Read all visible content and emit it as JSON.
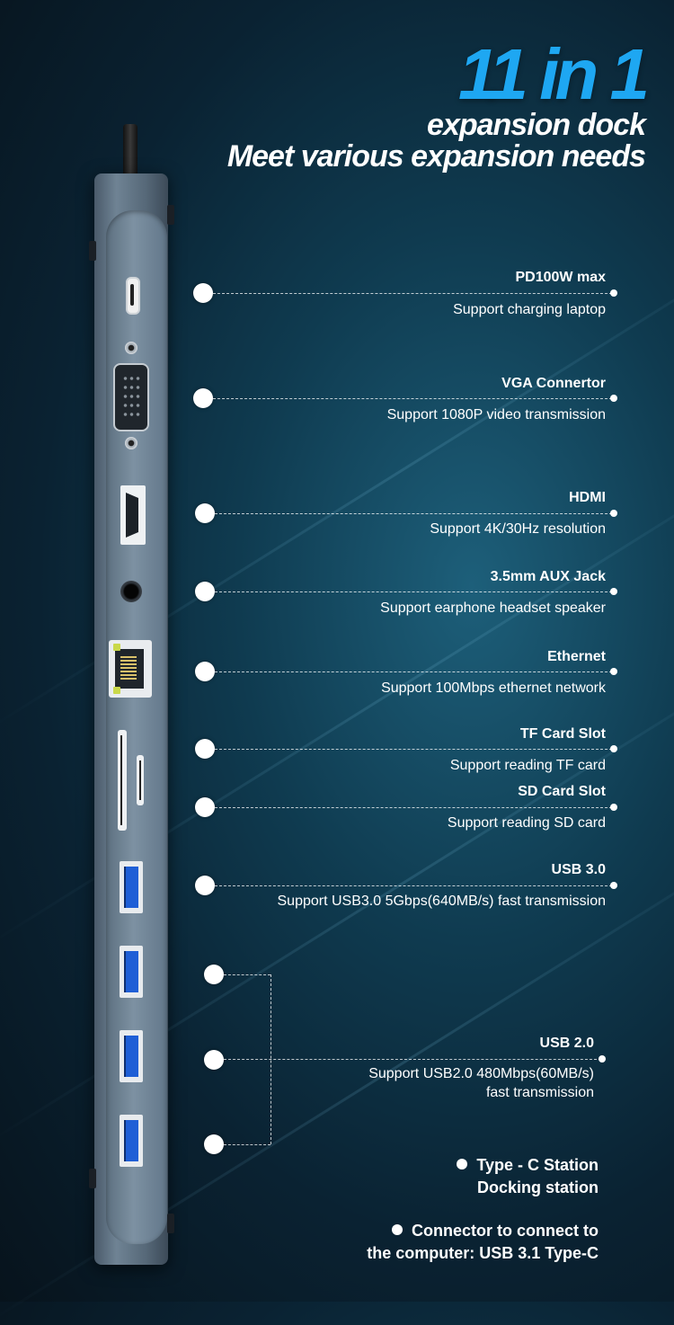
{
  "hero": {
    "big": "11 in 1",
    "line1": "expansion dock",
    "line2": "Meet various expansion needs"
  },
  "ports": [
    {
      "title": "PD100W max",
      "desc": "Support charging laptop"
    },
    {
      "title": "VGA Connertor",
      "desc": "Support 1080P video transmission"
    },
    {
      "title": "HDMI",
      "desc": "Support 4K/30Hz resolution"
    },
    {
      "title": "3.5mm AUX Jack",
      "desc": "Support earphone headset speaker"
    },
    {
      "title": "Ethernet",
      "desc": "Support 100Mbps ethernet network"
    },
    {
      "title": "TF Card Slot",
      "desc": "Support reading TF card"
    },
    {
      "title": "SD Card Slot",
      "desc": "Support reading SD card"
    },
    {
      "title": "USB 3.0",
      "desc": "Support USB3.0 5Gbps(640MB/s) fast transmission"
    },
    {
      "title": "USB 2.0",
      "desc_line1": "Support USB2.0 480Mbps(60MB/s)",
      "desc_line2": "fast transmission"
    }
  ],
  "notes": {
    "station_line1": "Type - C Station",
    "station_line2": "Docking station",
    "connector_line1": "Connector to connect to",
    "connector_line2": "the computer: USB 3.1 Type-C"
  },
  "colors": {
    "accent": "#1ea7f2",
    "background": "#0f3b50",
    "usb3_blue": "#1f5fd6"
  }
}
